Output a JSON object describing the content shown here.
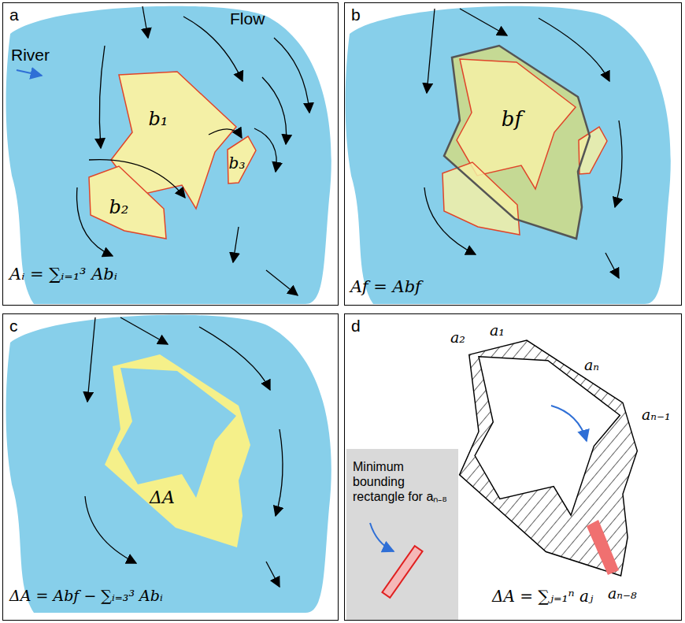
{
  "diagram": {
    "nodes": [
      {
        "text": [
          "a"
        ]
      },
      {
        "text": [
          "b₁"
        ],
        "in": 0
      },
      {
        "text": [
          "b₂"
        ],
        "in": 0
      },
      {
        "text": [
          "b₃"
        ],
        "in": 0
      },
      {
        "text": [
          "b"
        ]
      },
      {
        "text": [
          "bf"
        ],
        "in": 4
      },
      {
        "text": [
          "c"
        ]
      },
      {
        "text": [
          "ΔA"
        ],
        "in": 6
      },
      {
        "text": [
          "d"
        ]
      },
      {
        "text": [
          "Minimum bounding rectangle for aₙ₋₈"
        ],
        "in": 8
      }
    ],
    "labels": [
      "Flow",
      "River",
      "Aᵢ = ∑ᵢ₌₁³ Abᵢ",
      "Af = Abf",
      "ΔA = Abf − ∑ᵢ₌₃³ Abᵢ",
      "a₂",
      "a₁",
      "aₙ",
      "aₙ₋₁",
      "aₙ₋₈",
      "ΔA = ∑ⱼ₌₁ⁿ aⱼ"
    ]
  }
}
